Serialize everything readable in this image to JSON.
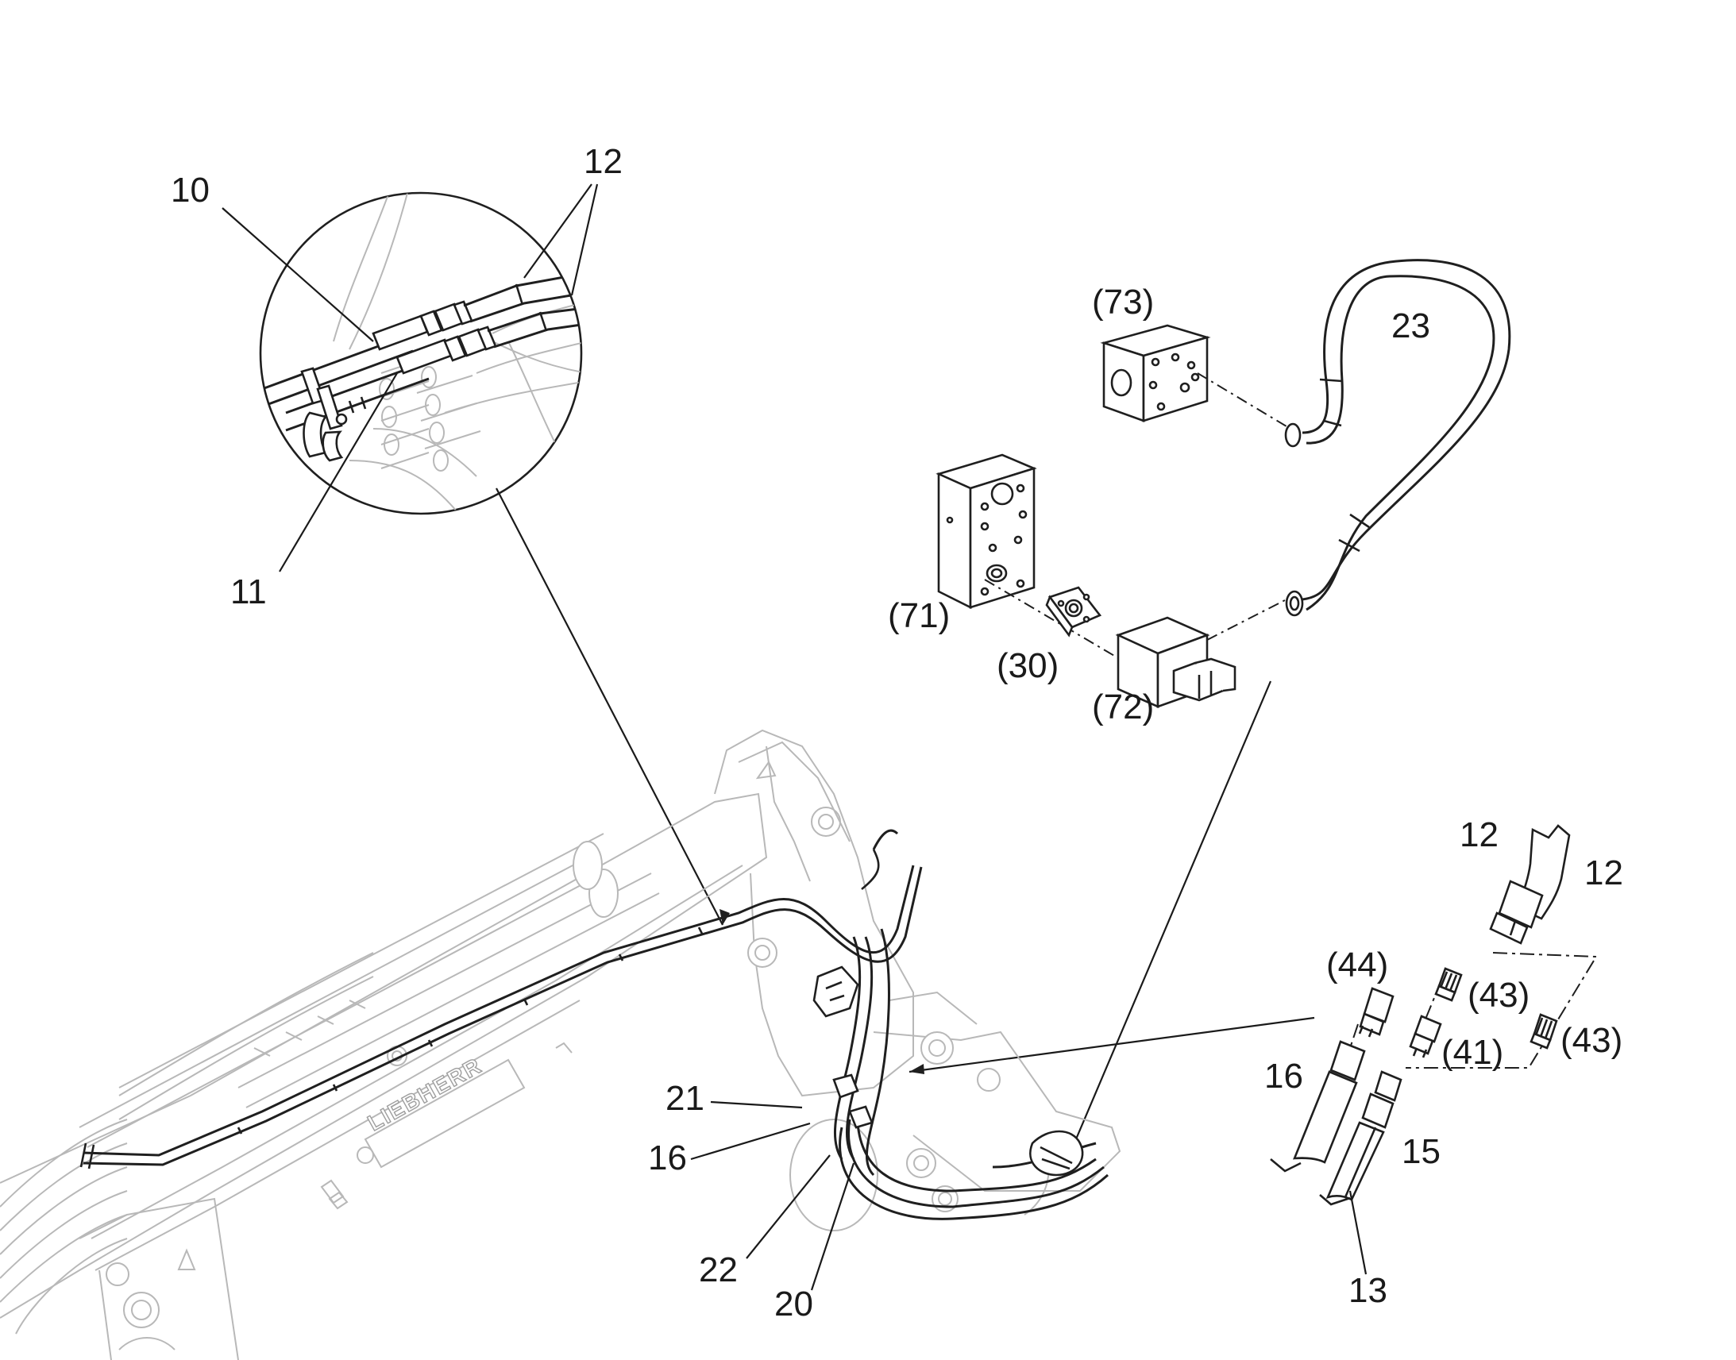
{
  "callouts": {
    "c10": "10",
    "c12a": "12",
    "c11": "11",
    "c73": "(73)",
    "c23": "23",
    "c71": "(71)",
    "c30": "(30)",
    "c72": "(72)",
    "c12b": "12",
    "c12c": "12",
    "c44": "(44)",
    "c43a": "(43)",
    "c41": "(41)",
    "c43b": "(43)",
    "c16a": "16",
    "c15": "15",
    "c13": "13",
    "c21": "21",
    "c16b": "16",
    "c22": "22",
    "c20": "20"
  },
  "boom_brand": "LIEBHERR"
}
